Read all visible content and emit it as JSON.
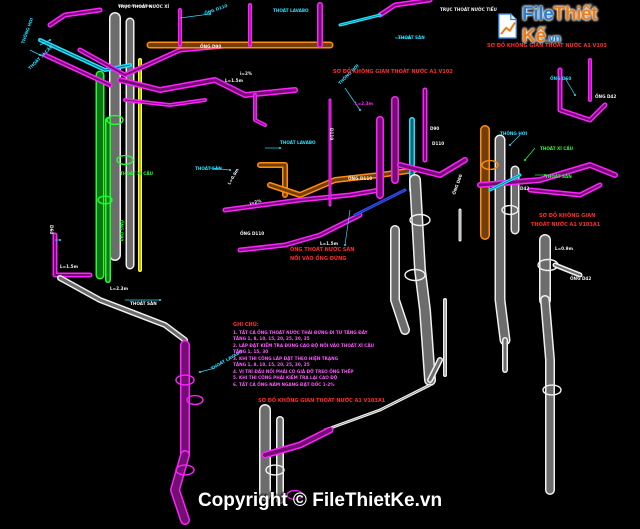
{
  "watermark": {
    "logo_part1": "File",
    "logo_part2": "Thiết Kế",
    "logo_suffix": ".vn",
    "copyright": "Copyright © FileThietKe.vn"
  },
  "titles": {
    "top_right": "SƠ ĐỒ KHÔNG GIAN THOÁT NƯỚC A1 V103",
    "middle": "SƠ ĐỒ KHÔNG GIAN THOÁT NƯỚC A1 V102",
    "right_1": "SƠ ĐỒ KHÔNG GIAN",
    "right_2": "THOÁT NƯỚC A1 V103A1",
    "bottom": "SƠ ĐỒ KHÔNG GIAN THOÁT NƯỚC A1 V103A1",
    "red_note_1": "ỐNG THOÁT NƯỚC SÀN",
    "red_note_2": "NỐI VÀO ỐNG ĐỨNG"
  },
  "notes": {
    "heading": "GHI CHÚ:",
    "lines": [
      "1. TẤT CẢ ỐNG THOÁT NƯỚC THẢI ĐỨNG ĐI TỪ TẦNG ĐÁY",
      "   TẦNG 1, 8, 10, 15, 20, 25, 30, 35",
      "2. LẮP ĐẶT KIỂM TRA ĐÚNG CAO ĐỘ NỐI VÀO THOÁT XÍ CẦU",
      "   TẦNG 1, 15, 30",
      "3. KHI THI CÔNG LẮP ĐẶT THEO HIỆN TRẠNG",
      "   TẦNG 1, 8, 10, 15, 20, 25, 30, 35",
      "4. VỊ TRÍ ĐẤU NỐI PHẢI CÓ GIÁ ĐỠ TREO ỐNG THẾP",
      "5. KHI THI CÔNG PHẢI KIỂM TRA LẠI CAO ĐỘ",
      "6. TẤT CẢ ỐNG NẰM NGANG ĐẶT DỐC 1-2%"
    ]
  },
  "pipe_labels": [
    "TRỤC THOÁT NƯỚC XÍ",
    "TRỤC THOÁT NƯỚC TIỂU",
    "THOÁT XÍ CẦU",
    "THOÁT SÀN",
    "THOÁT LAVABO",
    "THÔNG HƠI",
    "ỐNG D110",
    "ỐNG D90",
    "ỐNG D60",
    "ỐNG D42",
    "i=2%",
    "L=1.5m",
    "L=2.3m",
    "L=0.9m",
    "D110",
    "D90",
    "D60",
    "D42"
  ],
  "colors": {
    "magenta": "#ff20ff",
    "orange": "#ff8c10",
    "green": "#20ff30",
    "yellow": "#ffff30",
    "cyan": "#20e0ff",
    "blue": "#3050ff",
    "white": "#f0f0f0",
    "red": "#ff2020"
  }
}
